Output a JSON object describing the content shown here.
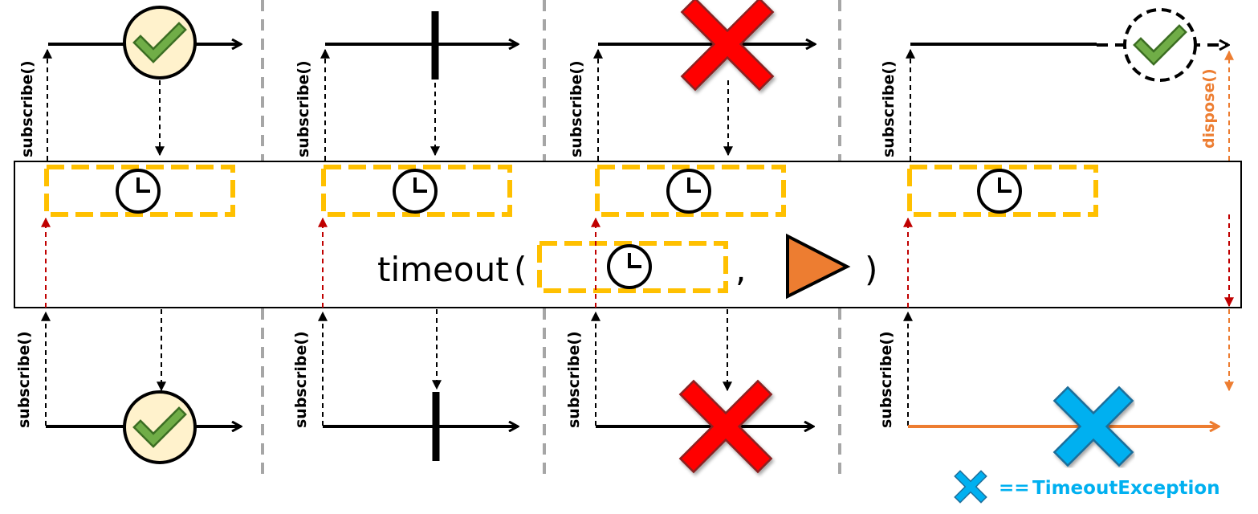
{
  "operator": {
    "name": "timeout",
    "open_paren": "(",
    "comma": ",",
    "close_paren": ")"
  },
  "labels": {
    "subscribe": "subscribe()",
    "dispose": "dispose()"
  },
  "legend": {
    "equals": "==",
    "exception": "TimeoutException"
  },
  "scenarios": [
    {
      "id": "complete",
      "source_end": "completion-check",
      "result_end": "completion-check"
    },
    {
      "id": "completion-bar",
      "source_end": "completion-bar",
      "result_end": "completion-bar"
    },
    {
      "id": "error",
      "source_end": "error-x",
      "result_end": "error-x"
    },
    {
      "id": "timeout",
      "source_end": "late-completion-check",
      "result_end": "timeout-exception-x"
    }
  ],
  "colors": {
    "timer_box": "#FFC000",
    "fallback_triangle": "#ED7D31",
    "error_x": "#FF0000",
    "timeout_x": "#00B0F0",
    "check_fill": "#FFF2CC",
    "check_mark": "#70AD47",
    "subscribe_arrow": "#C00000",
    "dispose_arrow": "#ED7D31",
    "legend_text": "#00B0F0",
    "separator": "#A6A6A6"
  }
}
